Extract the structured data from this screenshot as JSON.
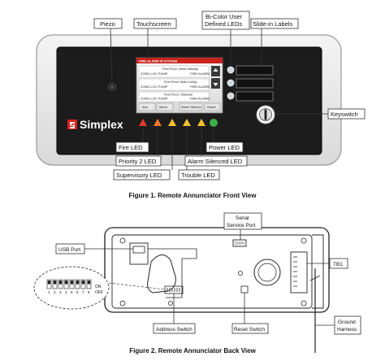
{
  "front": {
    "labels": {
      "piezo": "Piezo",
      "touchscreen": "Touchscreen",
      "bicolor_line1": "Bi-Color User",
      "bicolor_line2": "Defined LEDs",
      "slide_in": "Slide-in Labels",
      "keyswitch": "Keyswitch",
      "fire_led": "Fire LED",
      "priority2_led": "Priority 2 LED",
      "supervisory_led": "Supervisory LED",
      "trouble_led": "Trouble LED",
      "alarm_silenced_led": "Alarm Silenced LED",
      "power_led": "Power LED"
    },
    "brand": "Simplex",
    "screen": {
      "header": "FIRE ALARM IN SYSTEM",
      "row1_title": "First Floor, West Hallway",
      "row1_device": "ZONE-LOC PUMP",
      "row1_status": "FIRE ALARM",
      "row2_title": "First Floor, Main Lobby",
      "row2_device": "ZONE-LOC PUMP",
      "row2_status": "FIRE ALARM",
      "row3_title": "First Floor, Stairwell",
      "row3_device": "ZONE-LOC PUMP",
      "row3_status": "FIRE ALARM",
      "btn_ack": "Ack",
      "btn_menu": "Menu",
      "btn_alarm_silence": "Alarm Silence",
      "btn_reset": "Reset"
    },
    "caption": "Figure 1. Remote Annunciator Front View"
  },
  "back": {
    "labels": {
      "serial_line1": "Serial",
      "serial_line2": "Service Port",
      "usb_port": "USB Port",
      "tb1": "TB1",
      "address_switch": "Address Switch",
      "reset_switch": "Reset Switch",
      "ground_line1": "Ground",
      "ground_line2": "Harness"
    },
    "dip": {
      "numbers": [
        "1",
        "2",
        "3",
        "4",
        "5",
        "6",
        "7",
        "8"
      ],
      "on": "ON",
      "off": "OFF"
    },
    "caption": "Figure 2. Remote Annunciator Back View"
  }
}
